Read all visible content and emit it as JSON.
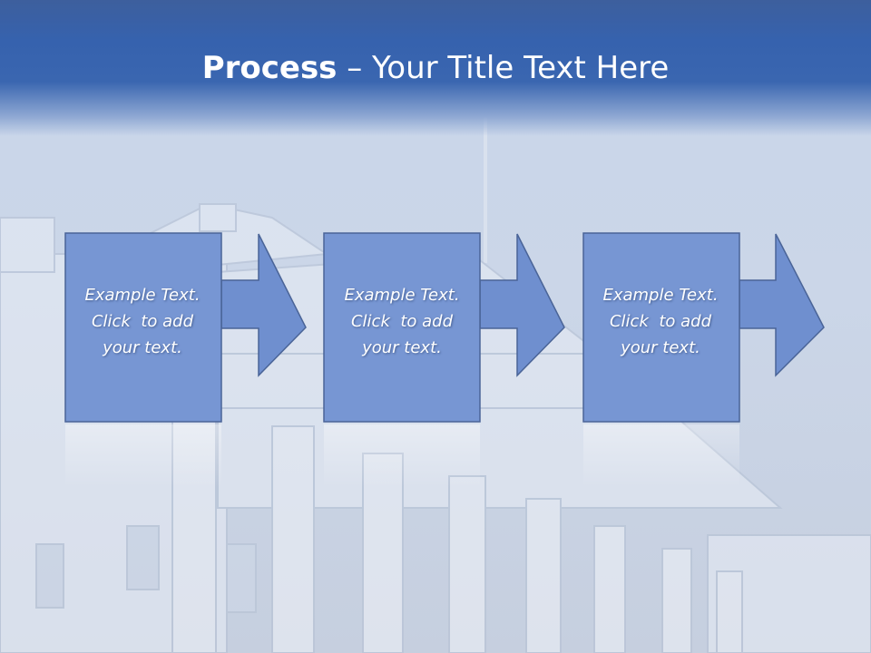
{
  "slide": {
    "title_bold": "Process",
    "title_rest": " – Your Title Text Here",
    "steps": [
      {
        "line1": "Example Text.",
        "line2": "Click  to add",
        "line3": "your text."
      },
      {
        "line1": "Example Text.",
        "line2": "Click  to add",
        "line3": "your text."
      },
      {
        "line1": "Example Text.",
        "line2": "Click  to add",
        "line3": "your text."
      }
    ]
  },
  "colors": {
    "header": "#3662ae",
    "box_fill": "#7796d3",
    "box_border": "#4a6497",
    "arrow_fill": "#6f8fcf"
  }
}
